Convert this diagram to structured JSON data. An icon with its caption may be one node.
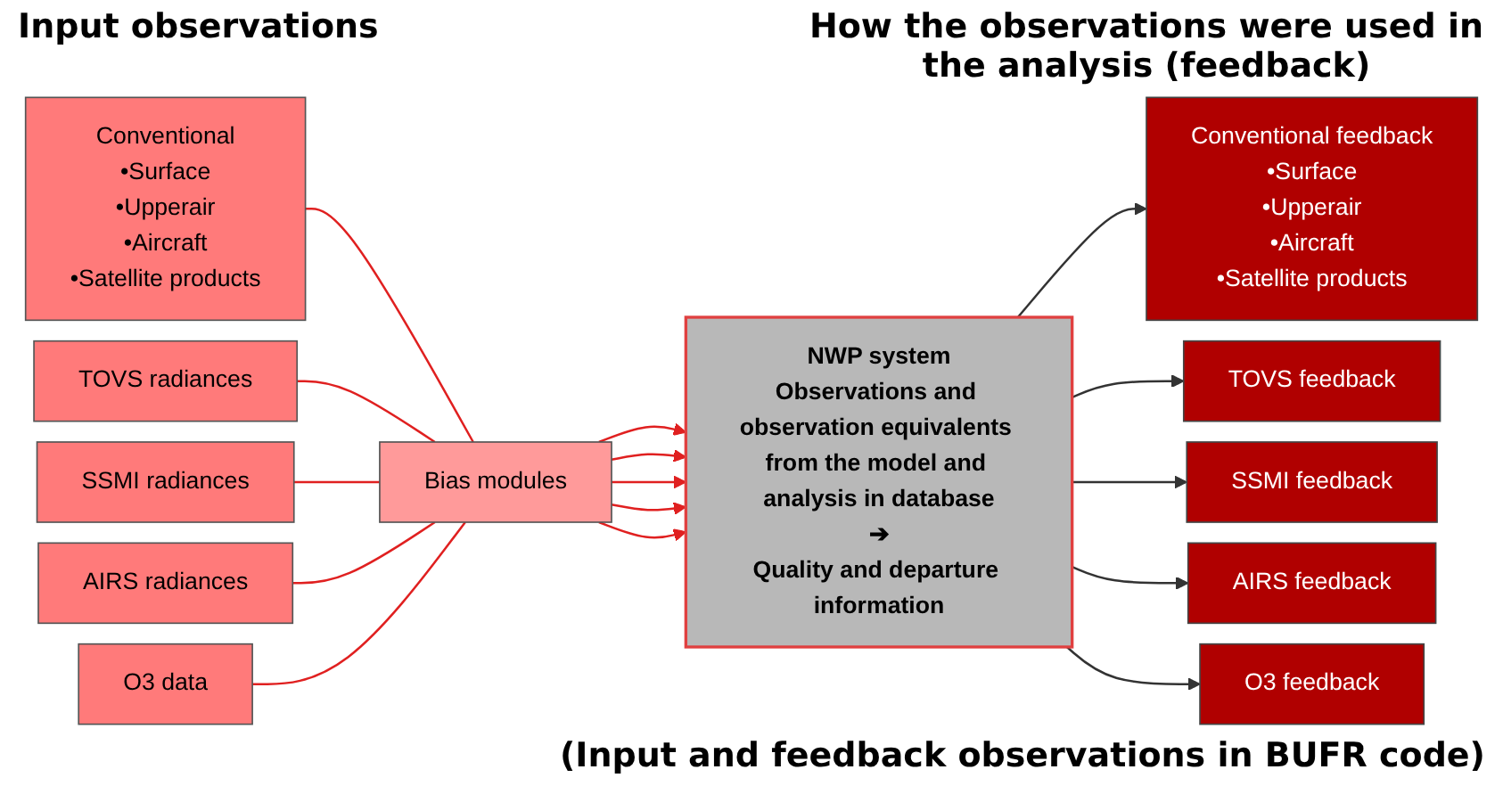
{
  "diagram": {
    "caption": "(Input and feedback observations in BUFR code)",
    "nodes": [
      {
        "text": [
          "Conventional",
          "•Surface",
          "•Upperair",
          "•Aircraft",
          "•Satellite products"
        ]
      },
      {
        "text": [
          "TOVS radiances"
        ]
      },
      {
        "text": [
          "SSMI radiances"
        ]
      },
      {
        "text": [
          "AIRS radiances"
        ]
      },
      {
        "text": [
          "O3 data"
        ]
      },
      {
        "text": [
          "Bias modules"
        ]
      },
      {
        "text": [
          "NWP system",
          "Observations and observation equivalents from the model and analysis in database",
          "➔",
          "Quality and departure information"
        ]
      },
      {
        "text": [
          "Conventional feedback",
          "•Surface",
          "•Upperair",
          "•Aircraft",
          "•Satellite products"
        ]
      },
      {
        "text": [
          "TOVS feedback"
        ]
      },
      {
        "text": [
          "SSMI feedback"
        ]
      },
      {
        "text": [
          "AIRS feedback"
        ]
      },
      {
        "text": [
          "O3 feedback"
        ]
      }
    ],
    "edges": [
      {
        "from": 0,
        "to": 5,
        "arrow": "none"
      },
      {
        "from": 1,
        "to": 5,
        "arrow": "none"
      },
      {
        "from": 2,
        "to": 5,
        "arrow": "none"
      },
      {
        "from": 3,
        "to": 5,
        "arrow": "none"
      },
      {
        "from": 4,
        "to": 5,
        "arrow": "none"
      },
      {
        "from": 5,
        "to": 6,
        "arrow": "to"
      },
      {
        "from": 5,
        "to": 6,
        "arrow": "to"
      },
      {
        "from": 5,
        "to": 6,
        "arrow": "to"
      },
      {
        "from": 5,
        "to": 6,
        "arrow": "to"
      },
      {
        "from": 5,
        "to": 6,
        "arrow": "to"
      },
      {
        "from": 6,
        "to": 7,
        "arrow": "to",
        "color": "#333333"
      },
      {
        "from": 6,
        "to": 8,
        "arrow": "to",
        "color": "#333333"
      },
      {
        "from": 6,
        "to": 9,
        "arrow": "to",
        "color": "#333333"
      },
      {
        "from": 6,
        "to": 10,
        "arrow": "to",
        "color": "#333333"
      },
      {
        "from": 6,
        "to": 11,
        "arrow": "to",
        "color": "#333333"
      }
    ],
    "labels": [
      "Input observations",
      "How the observations were used in the analysis (feedback)"
    ]
  }
}
